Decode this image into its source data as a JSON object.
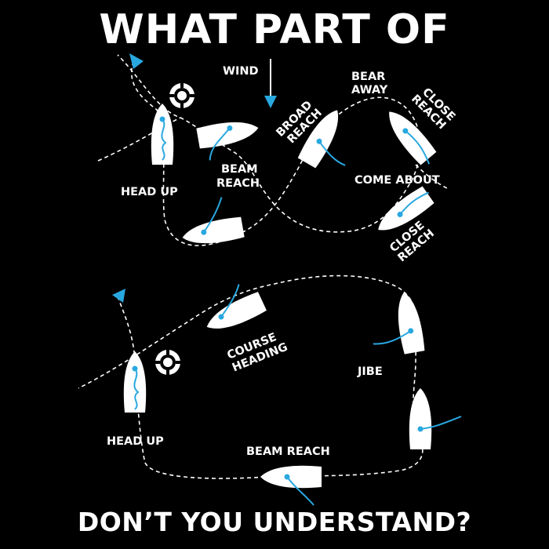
{
  "title_top": "WHAT PART OF",
  "title_bottom": "DON’T YOU UNDERSTAND?",
  "colors": {
    "background": "#000000",
    "foreground": "#ffffff",
    "accent": "#29a8e0"
  },
  "top_diagram": {
    "wind": "WIND",
    "labels": {
      "broad_reach": [
        "BROAD",
        "REACH"
      ],
      "bear_away": [
        "BEAR",
        "AWAY"
      ],
      "close_reach_top": [
        "CLOSE",
        "REACH"
      ],
      "beam_reach": [
        "BEAM",
        "REACH"
      ],
      "head_up": "HEAD UP",
      "come_about": "COME ABOUT",
      "close_reach_bottom": [
        "CLOSE",
        "REACH"
      ]
    }
  },
  "bottom_diagram": {
    "labels": {
      "course_heading": [
        "COURSE",
        "HEADING"
      ],
      "jibe": "JIBE",
      "head_up": "HEAD UP",
      "beam_reach": "BEAM REACH"
    }
  }
}
